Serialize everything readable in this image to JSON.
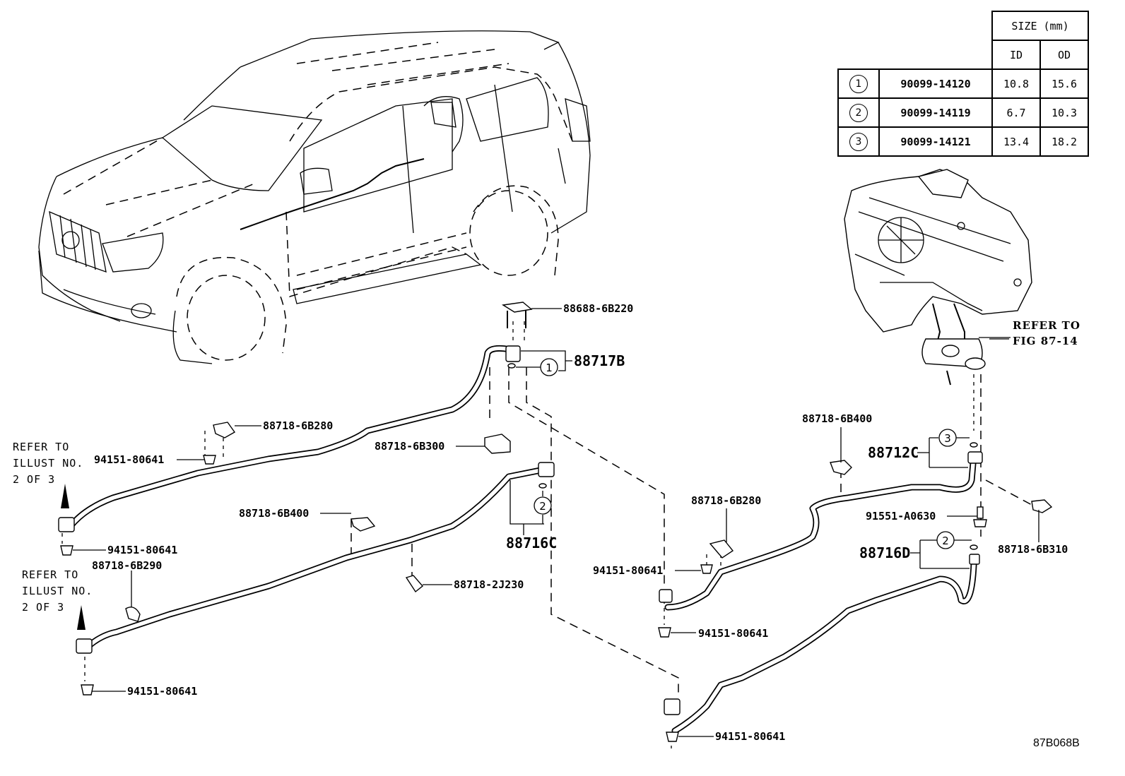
{
  "size_table": {
    "header_group": "SIZE (mm)",
    "header_id": "ID",
    "header_od": "OD",
    "rows": [
      {
        "ref": "1",
        "part_no": "90099-14120",
        "id": "10.8",
        "od": "15.6"
      },
      {
        "ref": "2",
        "part_no": "90099-14119",
        "id": "6.7",
        "od": "10.3"
      },
      {
        "ref": "3",
        "part_no": "90099-14121",
        "id": "13.4",
        "od": "18.2"
      }
    ]
  },
  "labels": {
    "bracket_top": "88688-6B220",
    "assy_88717b": "88717B",
    "clamp_6b280_left": "88718-6B280",
    "nut_left_top": "94151-80641",
    "clamp_6b300": "88718-6B300",
    "clamp_6b400_mid": "88718-6B400",
    "assy_88716c": "88716C",
    "nut_left_mid": "94151-80641",
    "clamp_6b290": "88718-6B290",
    "clamp_2j230": "88718-2J230",
    "nut_left_bottom": "94151-80641",
    "clamp_6b400_right": "88718-6B400",
    "assy_88712c": "88712C",
    "clamp_6b280_right": "88718-6B280",
    "bolt_91551": "91551-A0630",
    "assy_88716d": "88716D",
    "clamp_6b310": "88718-6B310",
    "nut_right_mid": "94151-80641",
    "nut_right_low": "94151-80641",
    "nut_bottom": "94151-80641",
    "circle_1": "1",
    "circle_2a": "2",
    "circle_2b": "2",
    "circle_3": "3"
  },
  "notes": {
    "refer_illust_top": [
      "REFER TO",
      "ILLUST NO.",
      "2 OF 3"
    ],
    "refer_illust_bottom": [
      "REFER TO",
      "ILLUST NO.",
      "2 OF 3"
    ],
    "refer_fig": [
      "REFER TO",
      "FIG 87-14"
    ]
  },
  "figure_id": "87B068B"
}
